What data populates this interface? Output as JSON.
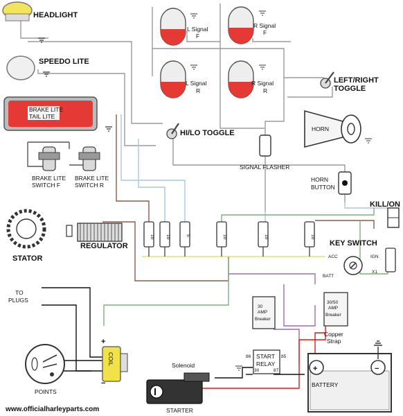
{
  "labels": {
    "headlight": "HEADLIGHT",
    "speedo_lite": "SPEEDO LITE",
    "brake_lite": "BRAKE LITE",
    "tail_lite": "TAIL LITE",
    "brake_lite_switch_f_1": "BRAKE LITE",
    "brake_lite_switch_f_2": "SWITCH  F",
    "brake_lite_switch_r_1": "BRAKE LITE",
    "brake_lite_switch_r_2": "SWITCH  R",
    "l_signal_f_1": "L Signal",
    "l_signal_f_2": "F",
    "r_signal_f_1": "R Signal",
    "r_signal_f_2": "F",
    "l_signal_r_1": "L Signal",
    "l_signal_r_2": "R",
    "r_signal_r_1": "R Signal",
    "r_signal_r_2": "R",
    "left_right_toggle_1": "LEFT/RIGHT",
    "left_right_toggle_2": "TOGGLE",
    "hi_lo_toggle": "HI/LO TOGGLE",
    "signal_flasher": "SIGNAL FLASHER",
    "horn": "HORN",
    "horn_button_1": "HORN",
    "horn_button_2": "BUTTON",
    "kill_on": "KILL/ON",
    "stator": "STATOR",
    "regulator": "REGULATOR",
    "key_switch": "KEY SWITCH",
    "acc": "ACC",
    "ign": "IGN",
    "batt": "BATT",
    "x1": "X1",
    "to_plugs_1": "TO",
    "to_plugs_2": "PLUGS",
    "coil": "COIL",
    "breaker_1_a": "30",
    "breaker_1_b": "AMP",
    "breaker_1_c": "Breaker",
    "breaker_2_a": "30/50",
    "breaker_2_b": "AMP",
    "breaker_2_c": "Breaker",
    "copper_strap_1": "Copper",
    "copper_strap_2": "Strap",
    "start_relay_1": "START",
    "start_relay_2": "RELAY",
    "relay_86": "86",
    "relay_85": "85",
    "relay_30": "30",
    "relay_87": "87",
    "solenoid": "Solenoid",
    "starter": "STARTER",
    "battery": "BATTERY",
    "points": "POINTS",
    "website": "www.officialharleyparts.com",
    "plus": "+",
    "minus": "−"
  },
  "fuses": [
    "10",
    "10",
    "5",
    "10",
    "10",
    "10"
  ],
  "colors": {
    "headlight_fill": "#f3e55a",
    "taillight_fill": "#e53935",
    "signal_red": "#e53935",
    "wire_red": "#d81b1b",
    "wire_yellow": "#e8e06a",
    "wire_blue": "#a9c5e8",
    "wire_green": "#7fae7f",
    "wire_purple": "#9c6bb5",
    "wire_brown": "#8b5a4a",
    "coil_yellow": "#f2e24a"
  }
}
